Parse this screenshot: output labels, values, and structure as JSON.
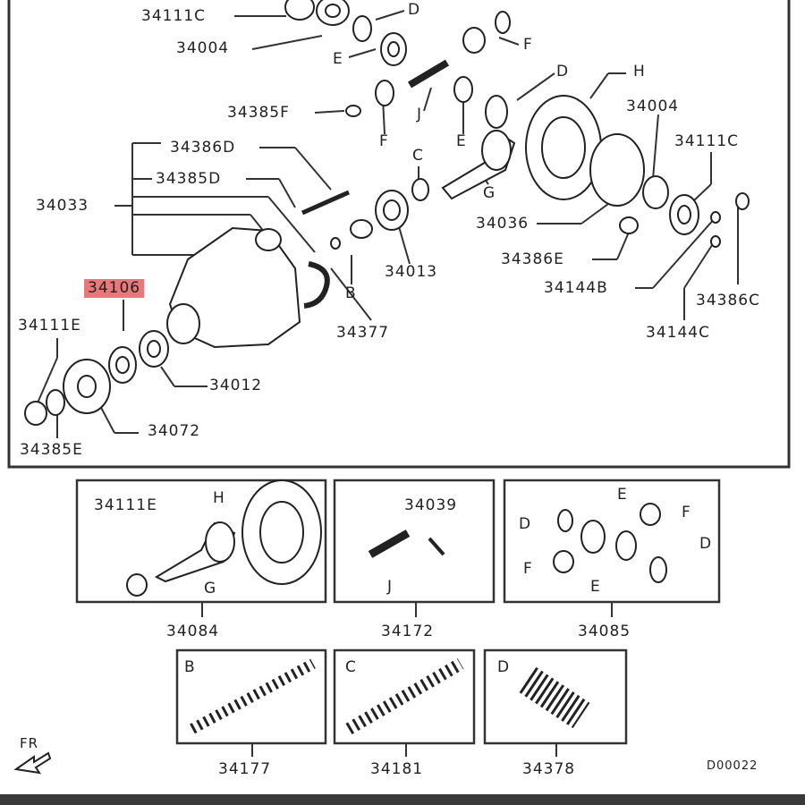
{
  "labels": {
    "l34111c_top": "34111C",
    "l34004_top": "34004",
    "lD_top": "D",
    "lE_top": "E",
    "lF_top": "F",
    "l34385f": "34385F",
    "lF_mid": "F",
    "lJ_mid": "J",
    "lE_mid": "E",
    "lD_mid": "D",
    "lH_top": "H",
    "l34004_right": "34004",
    "l34111c_right": "34111C",
    "l34386d": "34386D",
    "l34385d": "34385D",
    "lC_mid": "C",
    "lG_mid": "G",
    "l34033": "34033",
    "l34036": "34036",
    "l34386e": "34386E",
    "l34106": "34106",
    "lB_mid": "B",
    "l34013": "34013",
    "l34144b": "34144B",
    "l34386c": "34386C",
    "l34111e_left": "34111E",
    "l34377": "34377",
    "l34144c": "34144C",
    "l34012": "34012",
    "l34072": "34072",
    "l34385e": "34385E",
    "p1_34111e": "34111E",
    "p1_H": "H",
    "p1_G": "G",
    "p2_34039": "34039",
    "p2_J": "J",
    "p3_E1": "E",
    "p3_D1": "D",
    "p3_F1": "F",
    "p3_F2": "F",
    "p3_D2": "D",
    "p3_E2": "E",
    "set_34084": "34084",
    "set_34172": "34172",
    "set_34085": "34085",
    "p4_B": "B",
    "p5_C": "C",
    "p6_D": "D",
    "set_34177": "34177",
    "set_34181": "34181",
    "set_34378": "34378",
    "fr": "FR",
    "figure_code": "D00022"
  },
  "highlight_color": "#e8787a"
}
